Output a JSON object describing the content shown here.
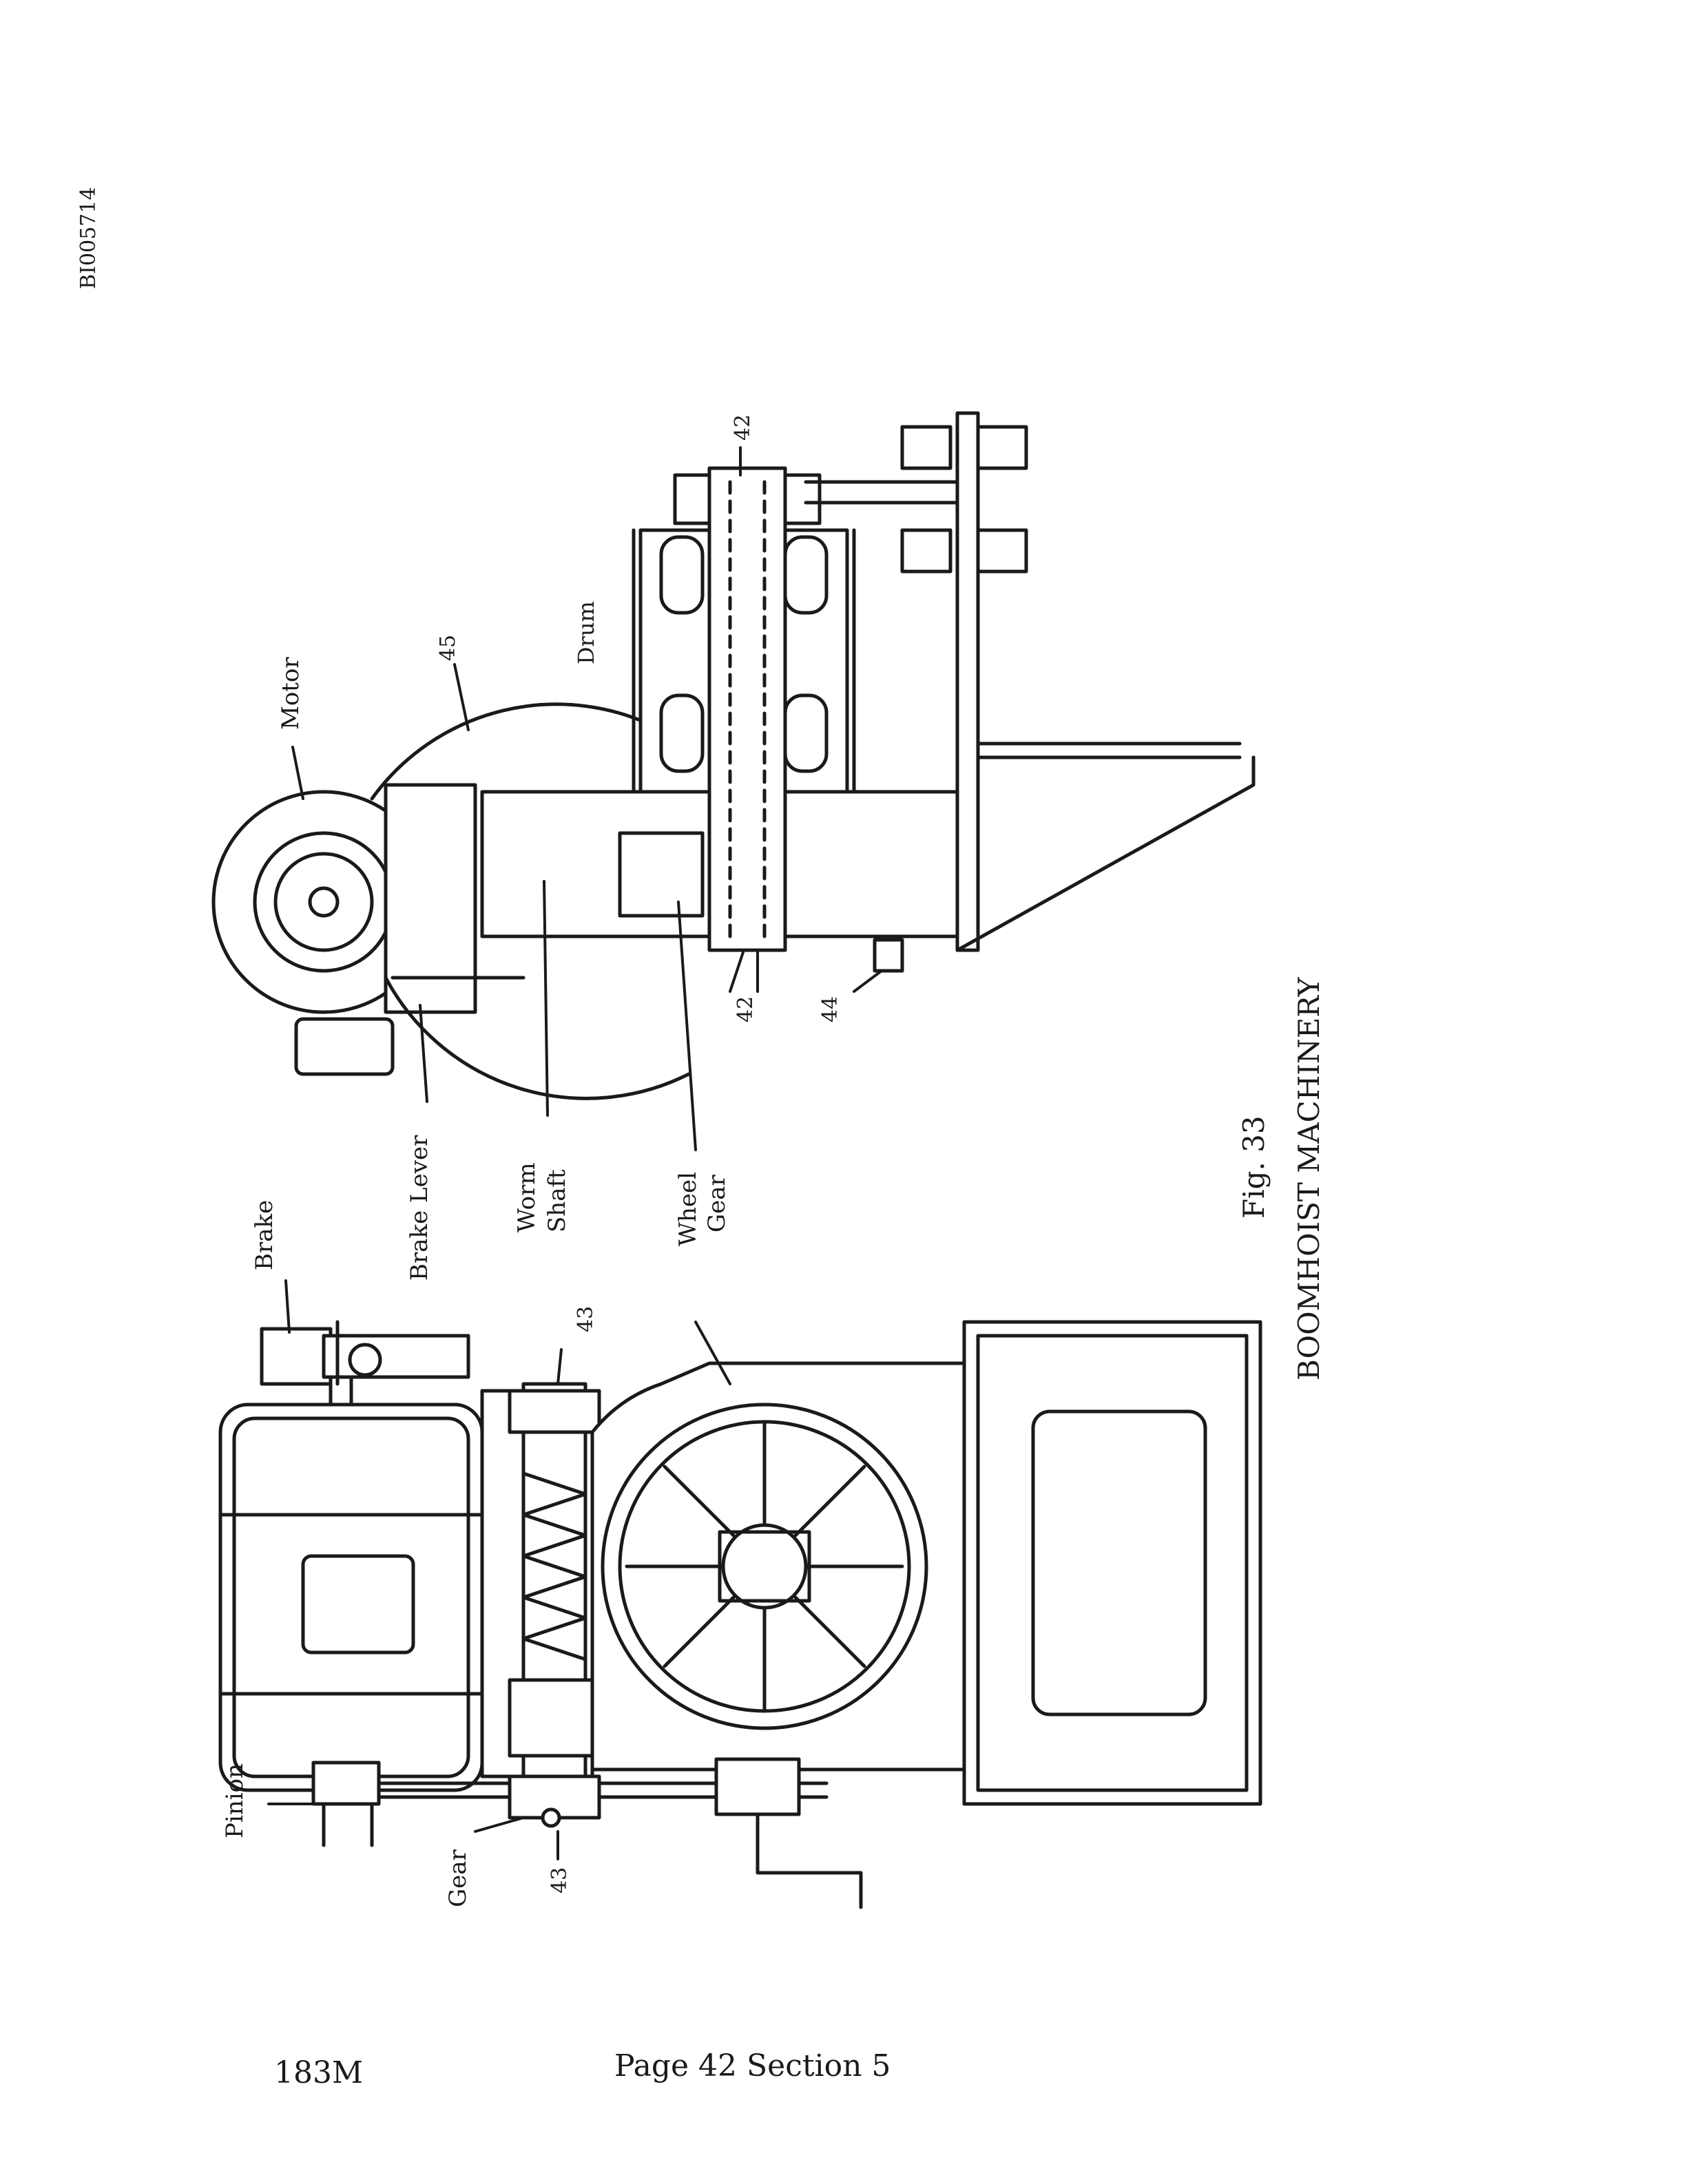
{
  "doc_id": "BI005714",
  "labels": {
    "brake": "Brake",
    "motor": "Motor",
    "brake_lever": "Brake Lever",
    "worm_shaft_1": "Worm",
    "worm_shaft_2": "Shaft",
    "wheel_gear_1": "Wheel",
    "wheel_gear_2": "Gear",
    "drum": "Drum",
    "pinion": "Pinion",
    "gear": "Gear",
    "n42a": "42",
    "n42b": "42",
    "n43a": "43",
    "n43b": "43",
    "n44": "44",
    "n45": "45"
  },
  "caption": {
    "fig": "Fig. 33",
    "title": "BOOMHOIST MACHINERY"
  },
  "footer": {
    "model": "183M",
    "page": "Page 42  Section 5"
  }
}
